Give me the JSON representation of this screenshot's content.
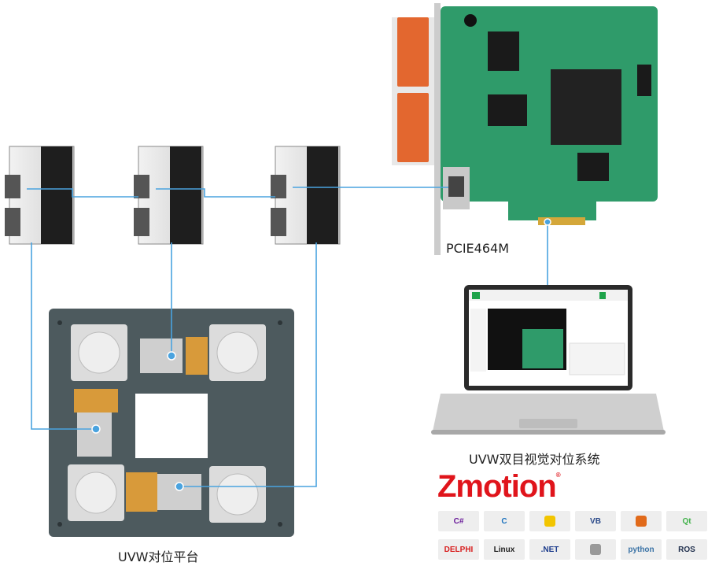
{
  "labels": {
    "card": "PCIE464M",
    "laptop": "UVW双目视觉对位系统",
    "platform": "UVW对位平台"
  },
  "brand": {
    "name": "Zmotion",
    "mark": "®",
    "color": "#e0141b"
  },
  "logos": [
    {
      "icon": "csharp-icon",
      "text": "C#",
      "color": "#6a1b9a"
    },
    {
      "icon": "cpp-icon",
      "text": "C",
      "color": "#1e73be"
    },
    {
      "icon": "labview-icon",
      "text": "",
      "color": "#f2c500"
    },
    {
      "icon": "vb-icon",
      "text": "VB",
      "color": "#2b4a8a"
    },
    {
      "icon": "matlab-icon",
      "text": "",
      "color": "#e16a1a"
    },
    {
      "icon": "qt-icon",
      "text": "Qt",
      "color": "#41b24a"
    },
    {
      "icon": "delphi-icon",
      "text": "DELPHI",
      "color": "#d81e1e"
    },
    {
      "icon": "linux-icon",
      "text": "Linux",
      "color": "#222222"
    },
    {
      "icon": "dotnet-icon",
      "text": ".NET",
      "color": "#1c3c8c"
    },
    {
      "icon": "apple-icon",
      "text": "",
      "color": "#999999"
    },
    {
      "icon": "python-icon",
      "text": "python",
      "color": "#3b73a6"
    },
    {
      "icon": "ros-icon",
      "text": "ROS",
      "color": "#22314e"
    }
  ],
  "colors": {
    "wire": "#4aa3df",
    "pcb": "#2f9b6a",
    "plate": "#4d5a5e",
    "motor": "#dcdcdc",
    "coupler": "#d89a3a"
  }
}
